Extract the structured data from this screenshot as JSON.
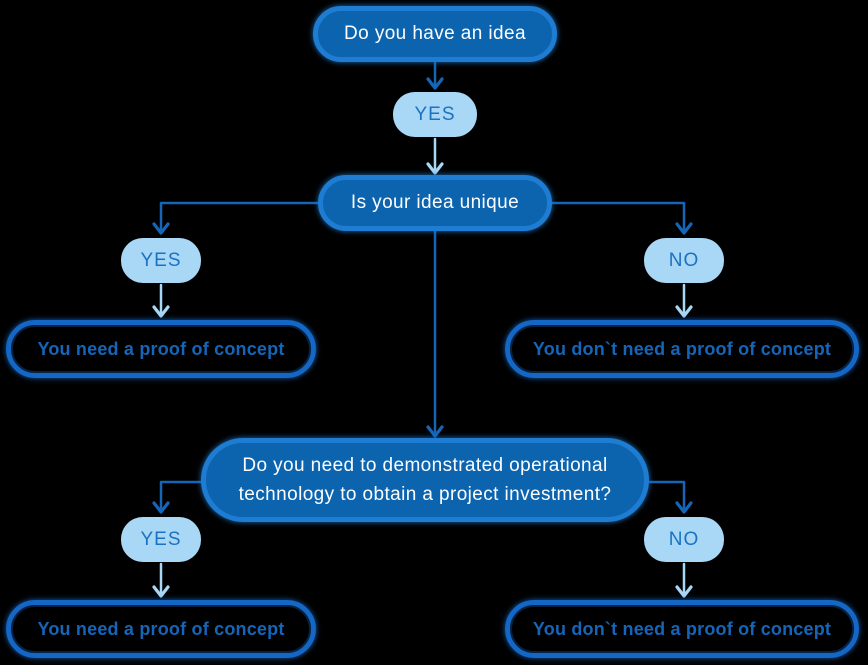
{
  "colors": {
    "background": "#000000",
    "question_fill": "#0d64ae",
    "question_border": "#1e7cd2",
    "question_text": "#fbfdff",
    "answer_fill": "#a9d8f7",
    "answer_text": "#1b72c0",
    "result_border": "#1467c4",
    "result_text": "#1565b8",
    "connector_primary": "#1565b8",
    "connector_light": "#a9d8f7"
  },
  "flowchart": {
    "q1": "Do you have an idea",
    "yes1": "YES",
    "q2": "Is your idea unique",
    "yes2": "YES",
    "no1": "NO",
    "need1": "You need a proof of concept",
    "dont_need1": "You don`t need a proof of concept",
    "q3_line1": "Do you need to demonstrated operational",
    "q3_line2": "technology to obtain a project investment?",
    "yes3": "YES",
    "no2": "NO",
    "need2": "You need a proof of concept",
    "dont_need2": "You don`t need a proof of concept"
  }
}
